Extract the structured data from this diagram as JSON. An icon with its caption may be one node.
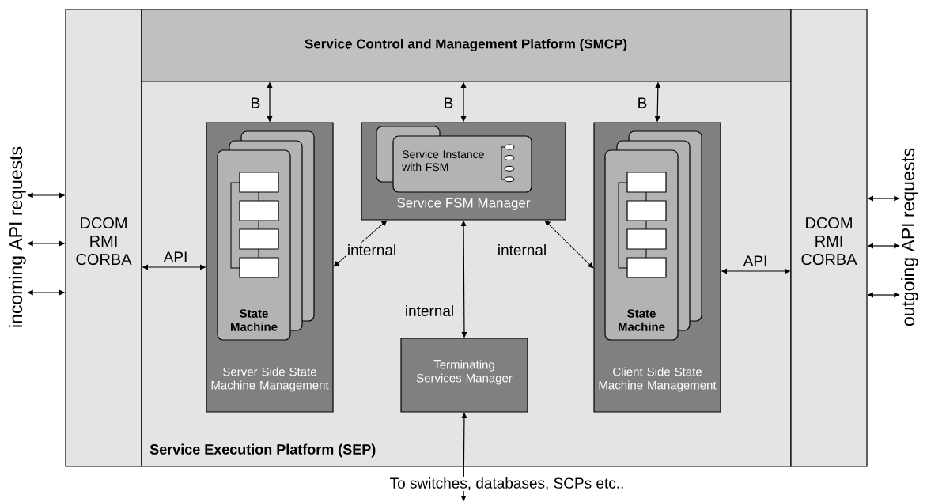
{
  "diagram": {
    "nodes": [
      {
        "text": [
          "DCOM RMI CORBA"
        ]
      },
      {
        "text": [
          "Service Control and Management Platform (SMCP)"
        ]
      },
      {
        "text": [
          "Service Execution Platform (SEP)"
        ]
      },
      {
        "text": [
          "Server Side State Machine Management"
        ],
        "in": 2
      },
      {
        "text": [
          "State Machine"
        ],
        "in": 3
      },
      {
        "text": [
          "Service FSM Manager"
        ],
        "in": 2
      },
      {
        "text": [
          "Service Instance with FSM"
        ],
        "in": 5
      },
      {
        "text": [
          "Terminating Services Manager"
        ],
        "in": 2
      },
      {
        "text": [
          "Client Side State Machine Management"
        ],
        "in": 2
      },
      {
        "text": [
          "State Machine"
        ],
        "in": 8
      },
      {
        "text": [
          "DCOM RMI CORBA"
        ]
      },
      {
        "text": [
          "incoming API requests"
        ]
      },
      {
        "text": [
          "outgoing API requests"
        ]
      }
    ],
    "edges": [
      {
        "from": 1,
        "to": 3,
        "arrow": "both",
        "label": "B"
      },
      {
        "from": 1,
        "to": 5,
        "arrow": "both",
        "label": "B"
      },
      {
        "from": 1,
        "to": 8,
        "arrow": "both",
        "label": "B"
      },
      {
        "from": 0,
        "to": 3,
        "arrow": "both",
        "label": "API"
      },
      {
        "from": 8,
        "to": 10,
        "arrow": "both",
        "label": "API"
      },
      {
        "from": 5,
        "to": 3,
        "arrow": "both",
        "label": "internal",
        "style": "dashed"
      },
      {
        "from": 5,
        "to": 8,
        "arrow": "both",
        "label": "internal",
        "style": "dashed"
      },
      {
        "from": 5,
        "to": 7,
        "arrow": "both",
        "label": "internal"
      },
      {
        "from": 7,
        "to": null,
        "arrow": "both",
        "label": "To switches, databases, SCPs etc.."
      },
      {
        "from": 11,
        "to": 0,
        "arrow": "both"
      },
      {
        "from": 11,
        "to": 0,
        "arrow": "both"
      },
      {
        "from": 11,
        "to": 0,
        "arrow": "both"
      },
      {
        "from": 10,
        "to": 12,
        "arrow": "both"
      },
      {
        "from": 10,
        "to": 12,
        "arrow": "both"
      },
      {
        "from": 10,
        "to": 12,
        "arrow": "both"
      }
    ]
  }
}
